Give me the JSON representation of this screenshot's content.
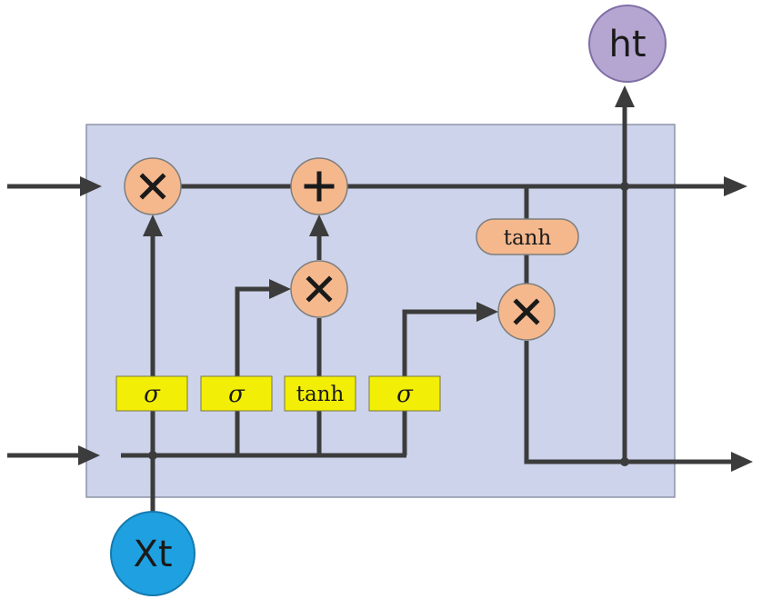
{
  "gates": {
    "forget": "σ",
    "input": "σ",
    "candidate": "tanh",
    "output": "σ"
  },
  "cell_state_activation": "tanh",
  "inputs": {
    "xt": "Xt"
  },
  "outputs": {
    "ht": "ht"
  },
  "operators": {
    "forget_multiply": "multiply",
    "cell_add": "add",
    "input_multiply": "multiply",
    "output_multiply": "multiply"
  },
  "colors": {
    "cell_background": "#cdd3ea",
    "operator_node": "#f5b88d",
    "gate_box": "#f2ee06",
    "input_node": "#1fa0e0",
    "output_node": "#b5a6d1",
    "wire": "#3c3c3c"
  }
}
